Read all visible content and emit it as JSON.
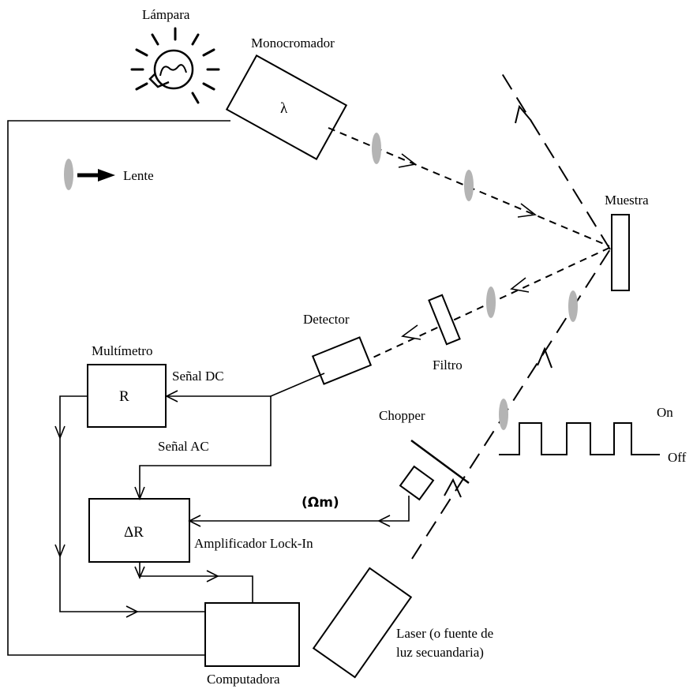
{
  "labels": {
    "lamp": "Lámpara",
    "monochromator": "Monocromador",
    "lambda": "λ",
    "lens": "Lente",
    "sample": "Muestra",
    "detector": "Detector",
    "filter": "Filtro",
    "multimeter": "Multímetro",
    "r_symbol": "R",
    "dc_signal": "Señal DC",
    "ac_signal": "Señal AC",
    "chopper": "Chopper",
    "omega": "(Ωm)",
    "delta_r": "ΔR",
    "lockin": "Amplificador Lock-In",
    "computer": "Computadora",
    "laser_line1": "Laser (o fuente de",
    "laser_line2": "luz secuandaria)",
    "on": "On",
    "off": "Off"
  },
  "colors": {
    "line": "#000000",
    "lens": "#b4b4b4",
    "background": "#ffffff"
  }
}
